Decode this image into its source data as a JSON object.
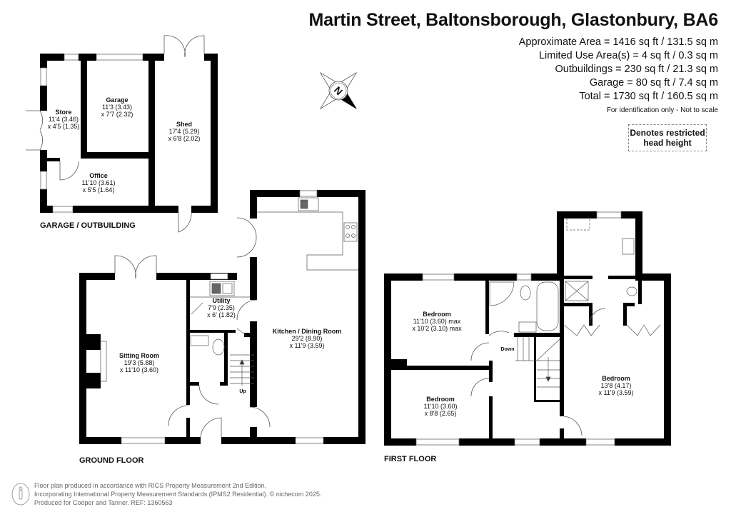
{
  "header": {
    "title": "Martin Street, Baltonsborough, Glastonbury, BA6",
    "areas": [
      "Approximate Area = 1416 sq ft / 131.5 sq m",
      "Limited Use Area(s) = 4 sq ft / 0.3 sq m",
      "Outbuildings = 230 sq ft / 21.3 sq m",
      "Garage = 80 sq ft / 7.4 sq m",
      "Total = 1730 sq ft / 160.5 sq m"
    ],
    "disclaimer": "For identification only - Not to scale"
  },
  "legend": {
    "line1": "Denotes restricted",
    "line2": "head height"
  },
  "compass": {
    "label": "N"
  },
  "garage_outbuilding": {
    "section_label": "GARAGE / OUTBUILDING",
    "rooms": [
      {
        "name": "Store",
        "dim1": "11'4 (3.46)",
        "dim2": "x 4'5 (1.35)"
      },
      {
        "name": "Garage",
        "dim1": "11'3 (3.43)",
        "dim2": "x 7'7 (2.32)"
      },
      {
        "name": "Shed",
        "dim1": "17'4 (5.29)",
        "dim2": "x 6'8 (2.02)"
      },
      {
        "name": "Office",
        "dim1": "11'10 (3.61)",
        "dim2": "x 5'5 (1.64)"
      }
    ]
  },
  "ground_floor": {
    "section_label": "GROUND FLOOR",
    "rooms": [
      {
        "name": "Sitting Room",
        "dim1": "19'3 (5.88)",
        "dim2": "x 11'10 (3.60)"
      },
      {
        "name": "Utility",
        "dim1": "7'9 (2.35)",
        "dim2": "x 6' (1.82)"
      },
      {
        "name": "Kitchen / Dining Room",
        "dim1": "29'2 (8.90)",
        "dim2": "x 11'9 (3.59)"
      }
    ],
    "stairs_label": "Up"
  },
  "first_floor": {
    "section_label": "FIRST FLOOR",
    "rooms": [
      {
        "name": "Bedroom",
        "dim1": "11'10 (3.60) max",
        "dim2": "x 10'2 (3.10) max"
      },
      {
        "name": "Bedroom",
        "dim1": "11'10 (3.60)",
        "dim2": "x 8'8 (2.65)"
      },
      {
        "name": "Bedroom",
        "dim1": "13'8 (4.17)",
        "dim2": "x 11'9 (3.59)"
      }
    ],
    "stairs_label": "Down"
  },
  "footer": {
    "line1": "Floor plan produced in accordance with RICS Property Measurement 2nd Edition,",
    "line2": "Incorporating International Property Measurement Standards (IPMS2 Residential).   © nichecom 2025.",
    "line3": "Produced for Cooper and Tanner.   REF: 1360563"
  }
}
